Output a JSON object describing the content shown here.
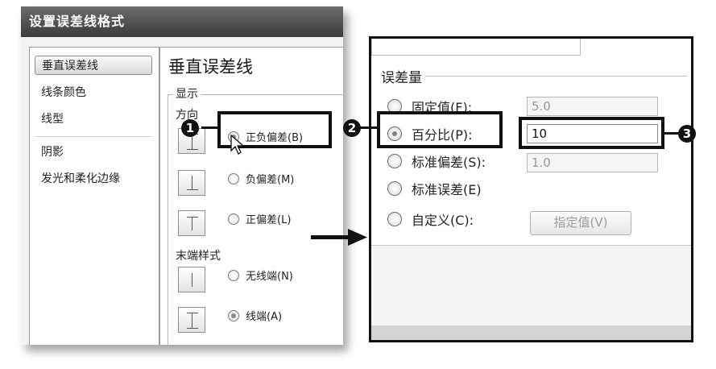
{
  "dialog": {
    "title": "设置误差线格式",
    "sidebar": {
      "items": [
        {
          "label": "垂直误差线",
          "selected": true
        },
        {
          "label": "线条颜色"
        },
        {
          "label": "线型"
        },
        {
          "label": "阴影"
        },
        {
          "label": "发光和柔化边缘"
        }
      ]
    },
    "panel": {
      "title": "垂直误差线",
      "display_group": "显示",
      "direction_label": "方向",
      "direction_options": [
        {
          "label": "正负偏差(B)",
          "checked": true
        },
        {
          "label": "负偏差(M)",
          "checked": false
        },
        {
          "label": "正偏差(L)",
          "checked": false
        }
      ],
      "end_style_label": "末端样式",
      "end_style_options": [
        {
          "label": "无线端(N)",
          "checked": false
        },
        {
          "label": "线端(A)",
          "checked": true
        }
      ]
    }
  },
  "zoom": {
    "group_label": "误差量",
    "options": [
      {
        "label": "固定值(F):",
        "value": "5.0",
        "checked": false
      },
      {
        "label": "百分比(P):",
        "value": "10",
        "checked": true
      },
      {
        "label": "标准偏差(S):",
        "value": "1.0",
        "checked": false
      },
      {
        "label": "标准误差(E)",
        "checked": false
      },
      {
        "label": "自定义(C):",
        "checked": false
      }
    ],
    "specify_button": "指定值(V)"
  },
  "annotations": {
    "step1": "1",
    "step2": "2",
    "step3": "3"
  },
  "colors": {
    "titlebar": "#4a4a4a",
    "annotation": "#111111"
  }
}
